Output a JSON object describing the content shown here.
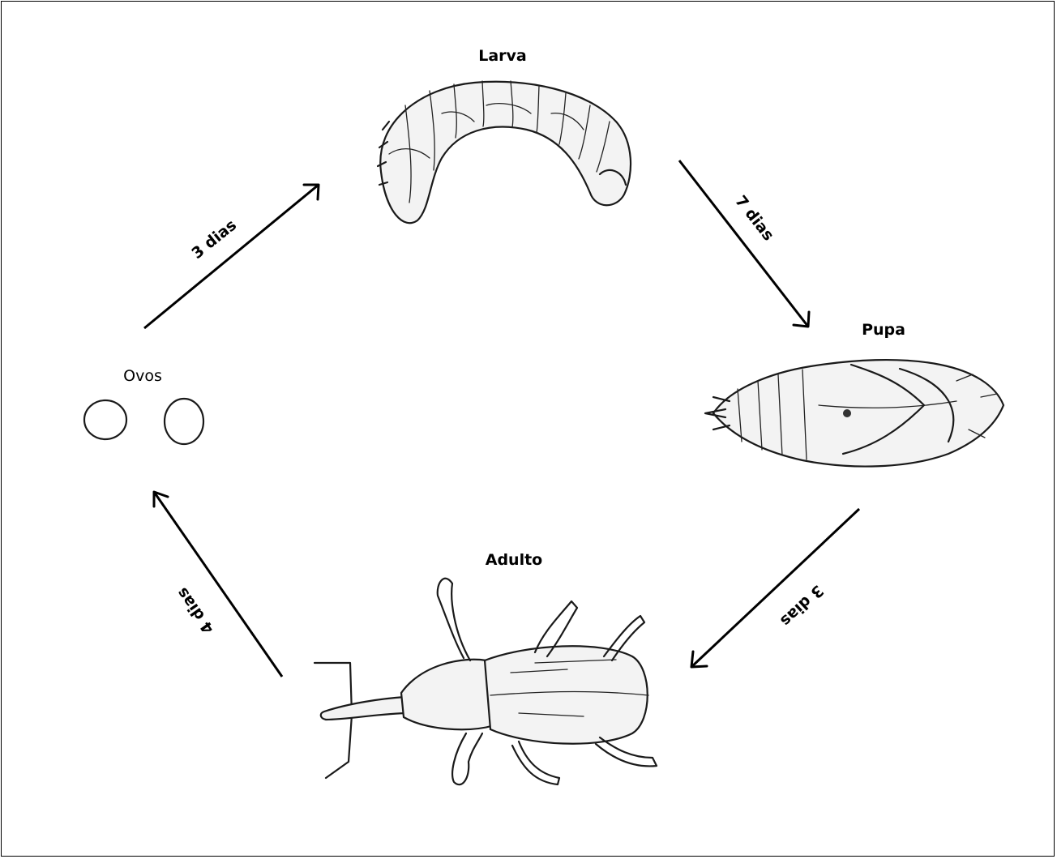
{
  "stages": {
    "larva": "Larva",
    "pupa": "Pupa",
    "adult": "Adulto",
    "eggs": "Ovos"
  },
  "transitions": {
    "eggs_to_larva": "3 dias",
    "larva_to_pupa": "7 dias",
    "pupa_to_adult": "3 dias",
    "adult_to_eggs": "4 dias"
  }
}
